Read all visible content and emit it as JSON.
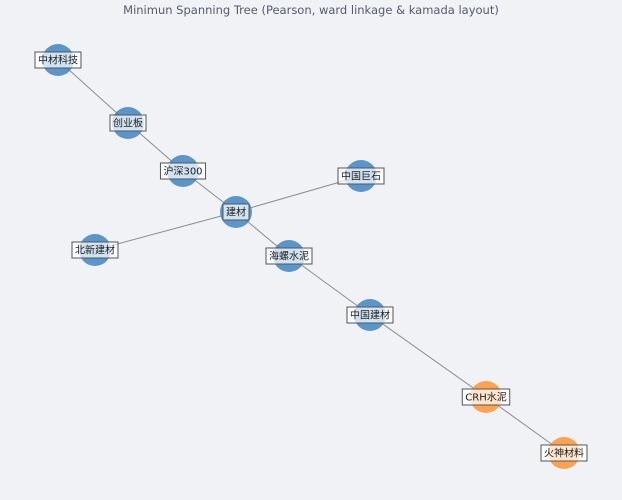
{
  "title": "Minimun Spanning Tree (Pearson, ward linkage & kamada layout)",
  "colors": {
    "cluster_1": "#3f86c2",
    "cluster_2": "#ff9433",
    "edge": "#8c8c8c"
  },
  "nodes": [
    {
      "id": "中材科技",
      "cluster": "cluster_1"
    },
    {
      "id": "创业板",
      "cluster": "cluster_1"
    },
    {
      "id": "沪深300",
      "cluster": "cluster_1"
    },
    {
      "id": "建材",
      "cluster": "cluster_1"
    },
    {
      "id": "中国巨石",
      "cluster": "cluster_1"
    },
    {
      "id": "北新建材",
      "cluster": "cluster_1"
    },
    {
      "id": "海螺水泥",
      "cluster": "cluster_1"
    },
    {
      "id": "中国建材",
      "cluster": "cluster_1"
    },
    {
      "id": "CRH水泥",
      "cluster": "cluster_2"
    },
    {
      "id": "火神材料",
      "cluster": "cluster_2"
    }
  ],
  "edges": [
    [
      "中材科技",
      "创业板"
    ],
    [
      "创业板",
      "沪深300"
    ],
    [
      "沪深300",
      "建材"
    ],
    [
      "建材",
      "中国巨石"
    ],
    [
      "建材",
      "北新建材"
    ],
    [
      "建材",
      "海螺水泥"
    ],
    [
      "海螺水泥",
      "中国建材"
    ],
    [
      "中国建材",
      "CRH水泥"
    ],
    [
      "CRH水泥",
      "火神材料"
    ]
  ]
}
